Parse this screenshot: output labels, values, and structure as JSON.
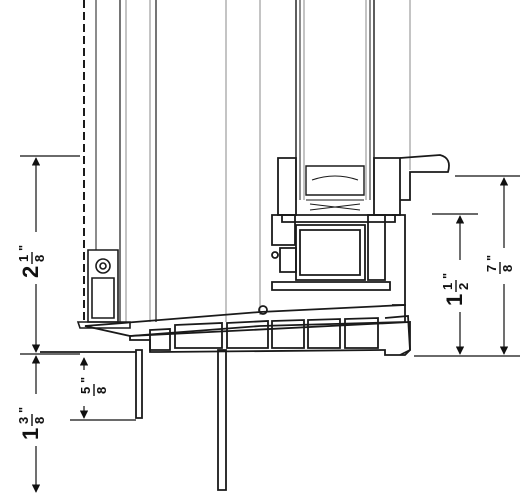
{
  "colors": {
    "line": "#1a1a1a",
    "thin_line": "#888888",
    "background": "#ffffff"
  },
  "dimensions": [
    {
      "id": "left-upper",
      "whole": "2",
      "num": "1",
      "den": "8",
      "mark": "\""
    },
    {
      "id": "left-lower",
      "whole": "1",
      "num": "3",
      "den": "8",
      "mark": "\""
    },
    {
      "id": "left-small",
      "whole": "",
      "num": "5",
      "den": "8",
      "mark": "\""
    },
    {
      "id": "right-middle",
      "whole": "1",
      "num": "1",
      "den": "2",
      "mark": "\""
    },
    {
      "id": "right-outer",
      "whole": "",
      "num": "7",
      "den": "8",
      "mark": "\""
    }
  ]
}
